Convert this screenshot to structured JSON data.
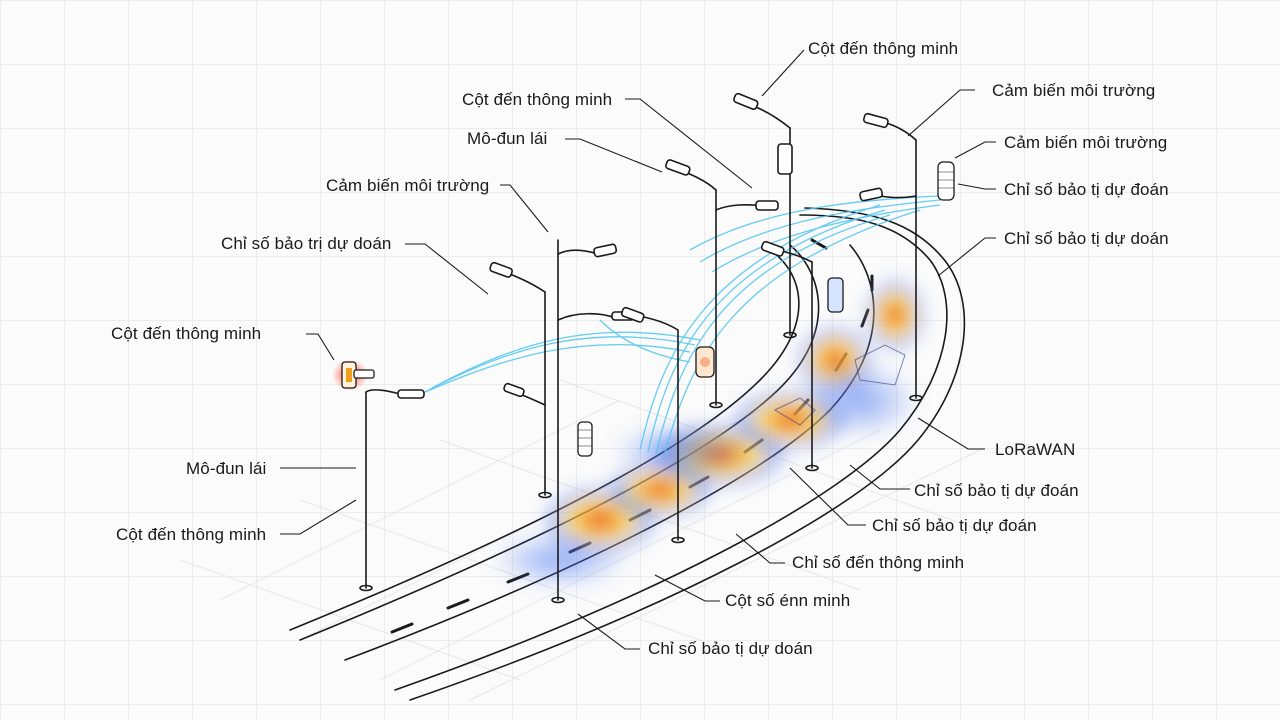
{
  "colors": {
    "grid": "#ececec",
    "ink": "#1a1a1a",
    "signal": "#55c8f0",
    "heat_low": "#3b6cf0",
    "heat_mid": "#f5d23a",
    "heat_high": "#e8321e",
    "alert": "#e23a2a"
  },
  "icons": [
    "street-lamp-icon",
    "sensor-cylinder-icon",
    "control-module-icon",
    "heatmap-blob"
  ],
  "labels": [
    "Cột đến thông minh",
    "Cảm biến môi trường",
    "Cột đến thông minh",
    "Cảm biến môi trường",
    "Mô-đun lái",
    "Chỉ số bảo tị dự đoán",
    "Cảm biến môi trường",
    "Chỉ số bảo tị dự doán",
    "Chỉ số bảo trị dự doán",
    "Cột đến thông minh",
    "LoRaWAN",
    "Chỉ số bảo tị dự đoán",
    "Mô-đun lái",
    "Chỉ số bảo tị dự đoán",
    "Cột đến thông minh",
    "Chỉ số đến thông minh",
    "Cột số énn minh",
    "Chỉ số bảo tị dự doán"
  ]
}
